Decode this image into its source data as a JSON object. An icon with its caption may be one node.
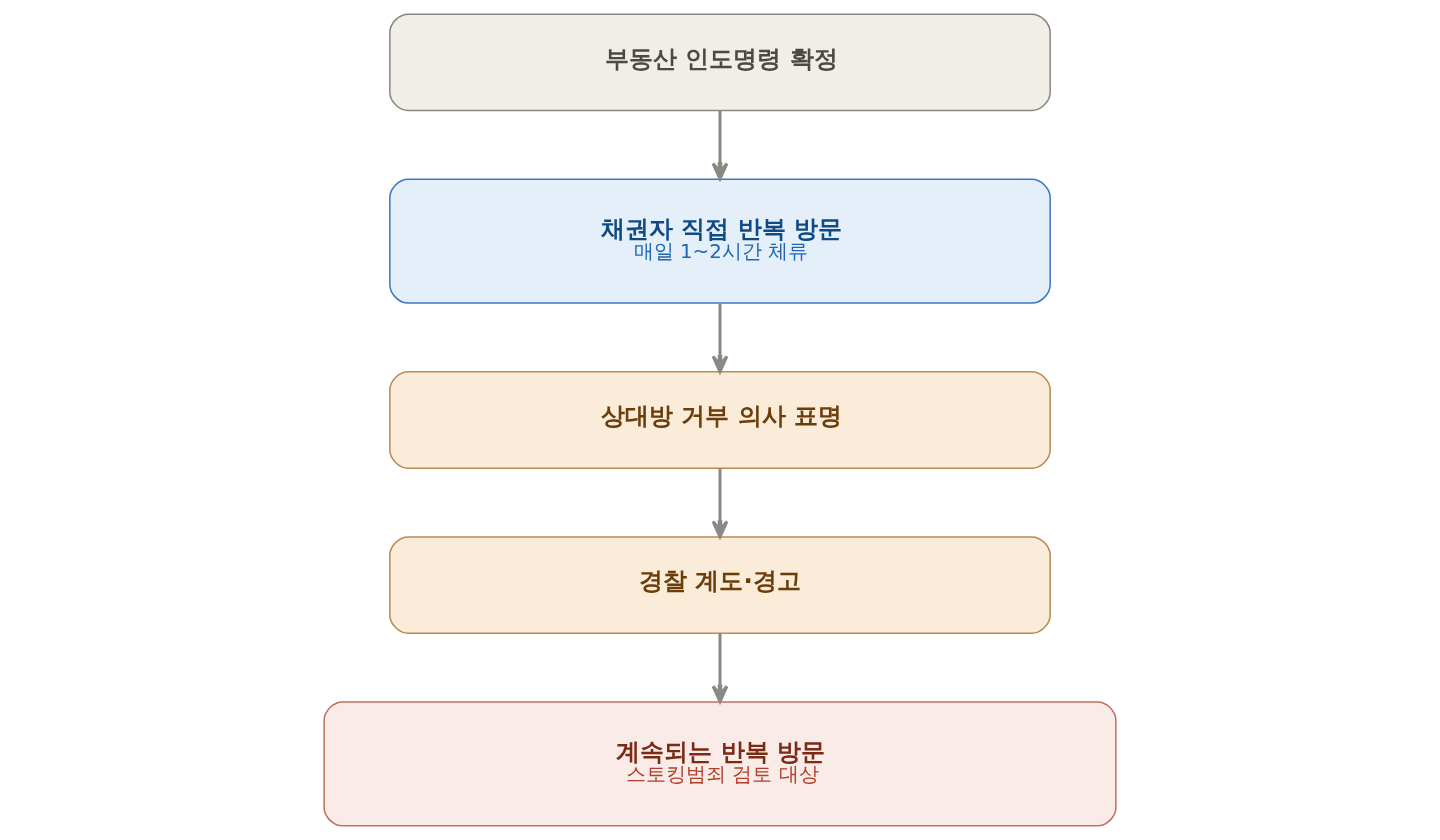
{
  "diagram": {
    "nodes": [
      {
        "text": [
          "부동산 인도명령 확정"
        ]
      },
      {
        "text": [
          "채권자 직접 반복 방문",
          "매일 1~2시간 체류"
        ]
      },
      {
        "text": [
          "상대방 거부 의사 표명"
        ]
      },
      {
        "text": [
          "경찰 계도·경고"
        ]
      },
      {
        "text": [
          "계속되는 반복 방문",
          "스토킹범죄 검토 대상"
        ]
      }
    ],
    "edges": [
      {
        "from": 0,
        "to": 1,
        "arrow": "to"
      },
      {
        "from": 1,
        "to": 2,
        "arrow": "to"
      },
      {
        "from": 2,
        "to": 3,
        "arrow": "to"
      },
      {
        "from": 3,
        "to": 4,
        "arrow": "to"
      }
    ]
  }
}
